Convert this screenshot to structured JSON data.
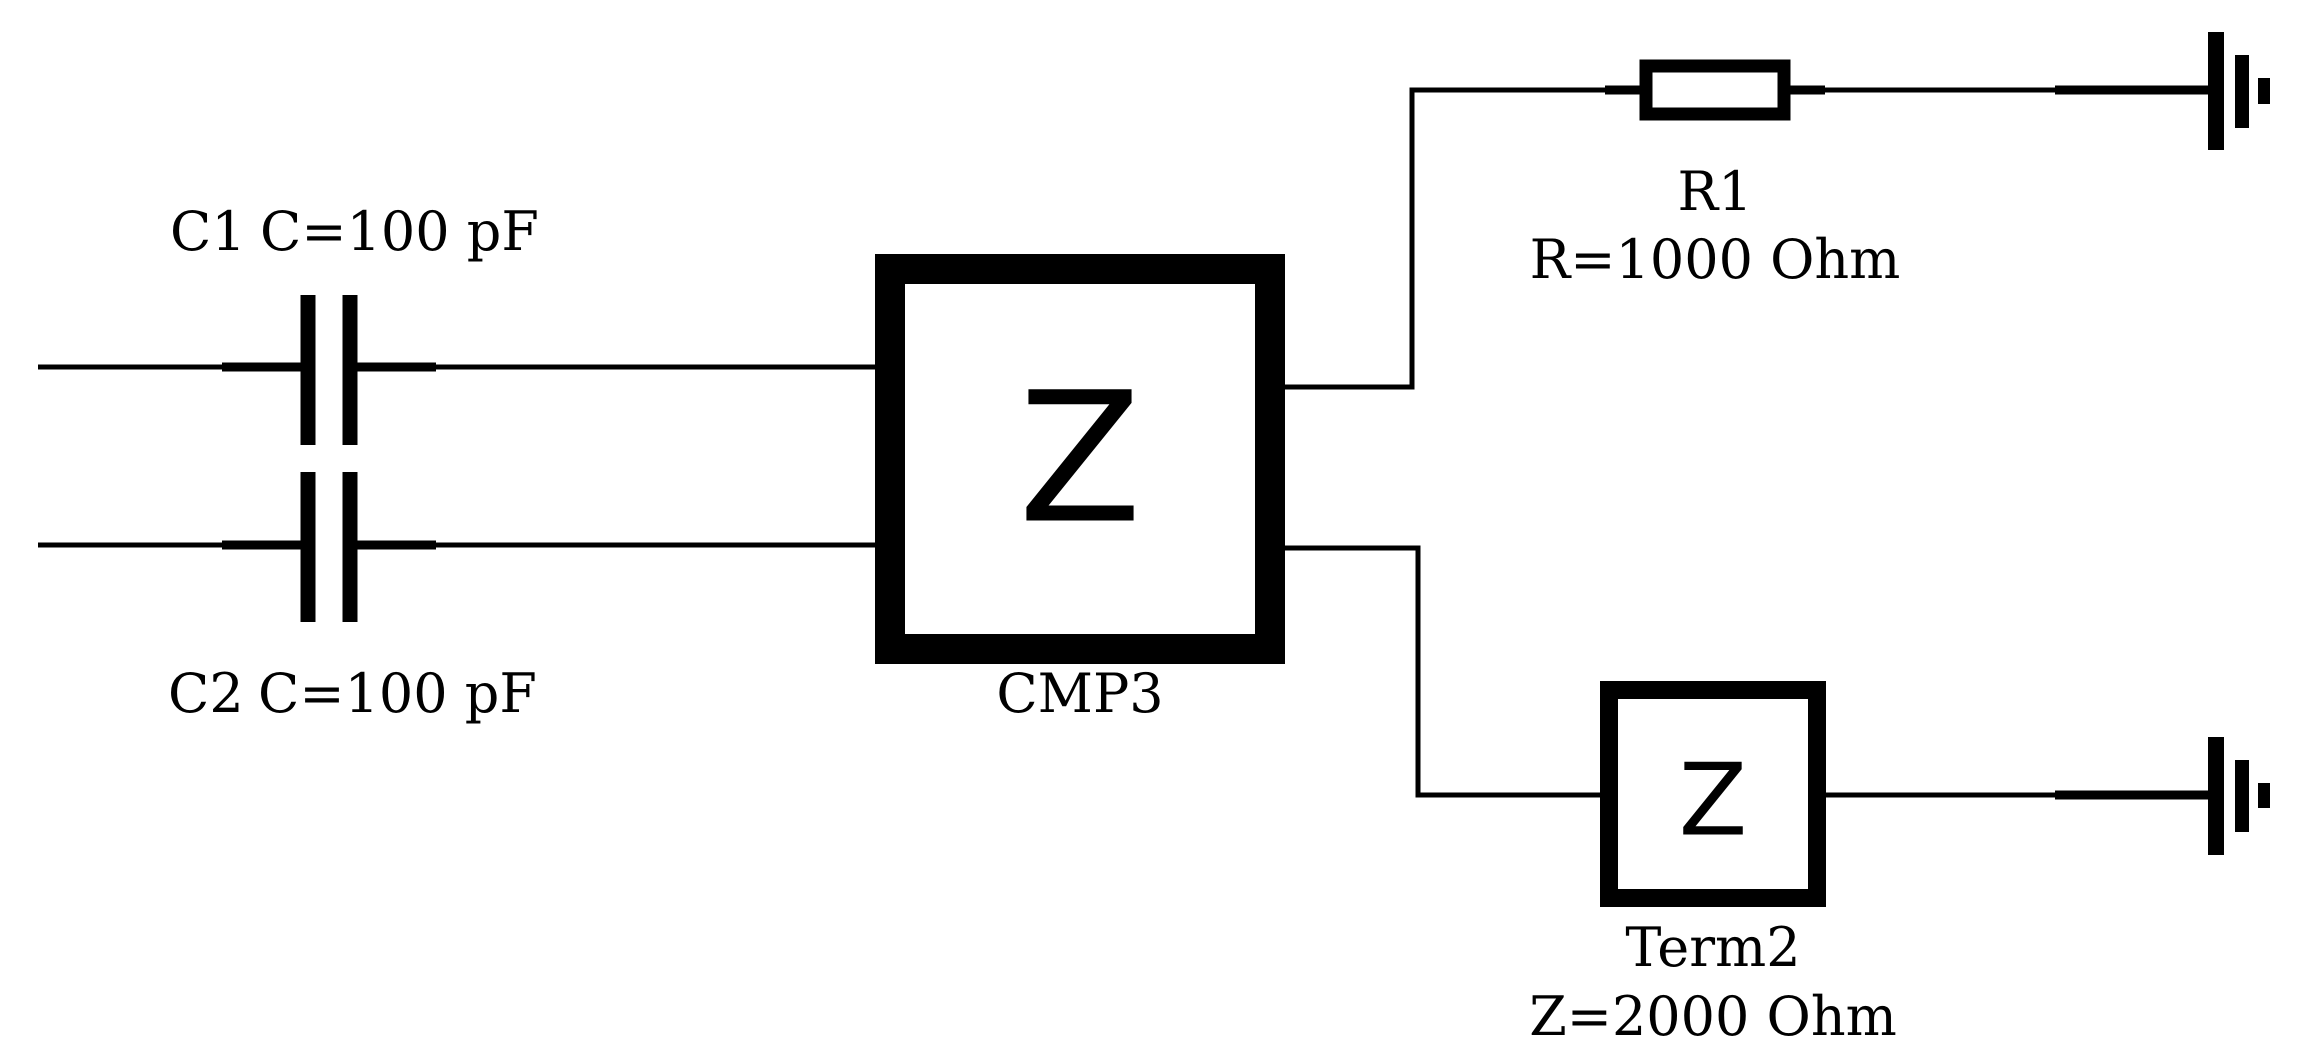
{
  "components": {
    "c1": {
      "ref": "C1",
      "param": "C=100 pF"
    },
    "c2": {
      "ref": "C2",
      "param": "C=100 pF"
    },
    "cmp3": {
      "ref": "CMP3",
      "symbol": "Z"
    },
    "r1": {
      "ref": "R1",
      "param": "R=1000 Ohm"
    },
    "term2": {
      "ref": "Term2",
      "symbol": "Z",
      "param": "Z=2000 Ohm"
    }
  },
  "icons": [
    "capacitor-icon",
    "resistor-icon",
    "impedance-block-icon",
    "ground-icon"
  ],
  "colors": {
    "ink": "#000000",
    "background": "#ffffff"
  }
}
